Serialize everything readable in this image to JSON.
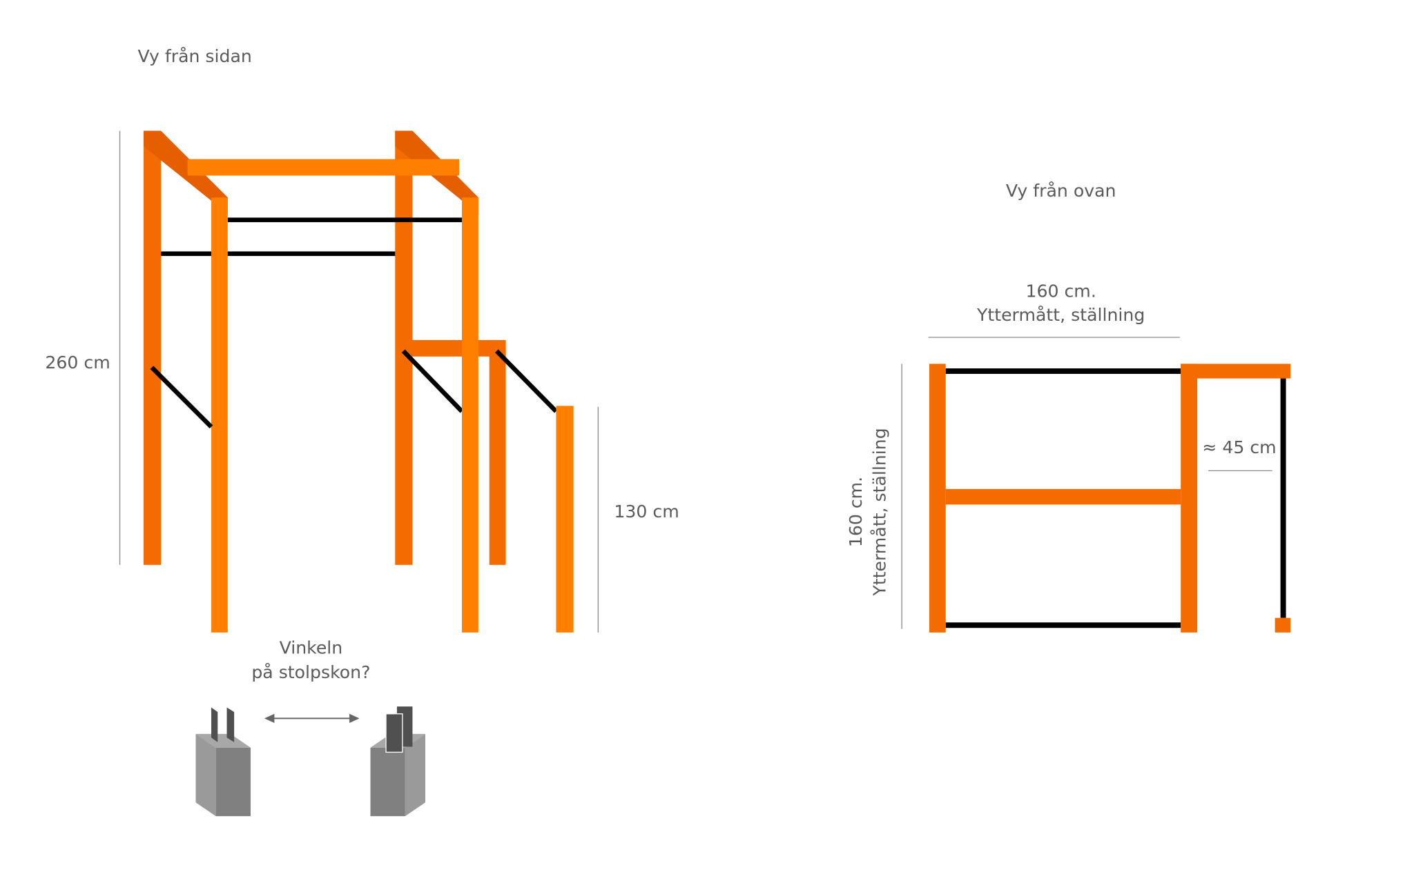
{
  "side_view": {
    "title": "Vy från sidan",
    "height_full": "260 cm",
    "height_low": "130 cm",
    "question_line1": "Vinkeln",
    "question_line2": "på stolpskon?"
  },
  "top_view": {
    "title": "Vy från ovan",
    "width_value": "160 cm.",
    "width_label": "Yttermått, ställning",
    "depth_value": "160 cm.",
    "depth_label": "Yttermått, ställning",
    "extension": "≈ 45 cm"
  },
  "colors": {
    "post_back": "#f46b00",
    "post_front": "#ff7f00",
    "diagonal": "#e55f00",
    "bar": "#000000",
    "dimension_line": "#8a8a8a"
  }
}
